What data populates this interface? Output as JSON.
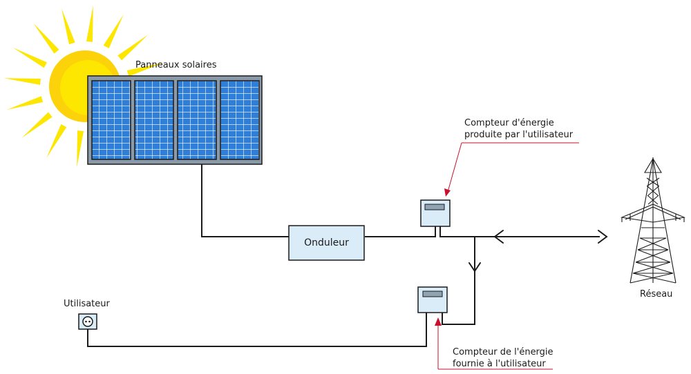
{
  "labels": {
    "panels": "Panneaux solaires",
    "meter_produced_line1": "Compteur d'énergie",
    "meter_produced_line2": "produite par l'utilisateur",
    "inverter": "Onduleur",
    "user": "Utilisateur",
    "grid": "Réseau",
    "meter_supplied_line1": "Compteur de l'énergie",
    "meter_supplied_line2": "fournie à l'utilisateur"
  },
  "colors": {
    "sun": "#fde600",
    "sun_core": "#fcd20a",
    "panel_frame": "#8a9aa8",
    "panel_cell": "#2f7ed8",
    "panel_grid": "#ffffff",
    "box_fill": "#d9ecf8",
    "meter_screen": "#8fa3b2",
    "wire": "#1a1a1a",
    "pointer": "#c8102e"
  },
  "icons": {
    "sun": "sun-icon",
    "panels": "solar-panel-icon",
    "meter": "energy-meter-icon",
    "socket": "power-socket-icon",
    "pylon": "power-pylon-icon"
  }
}
